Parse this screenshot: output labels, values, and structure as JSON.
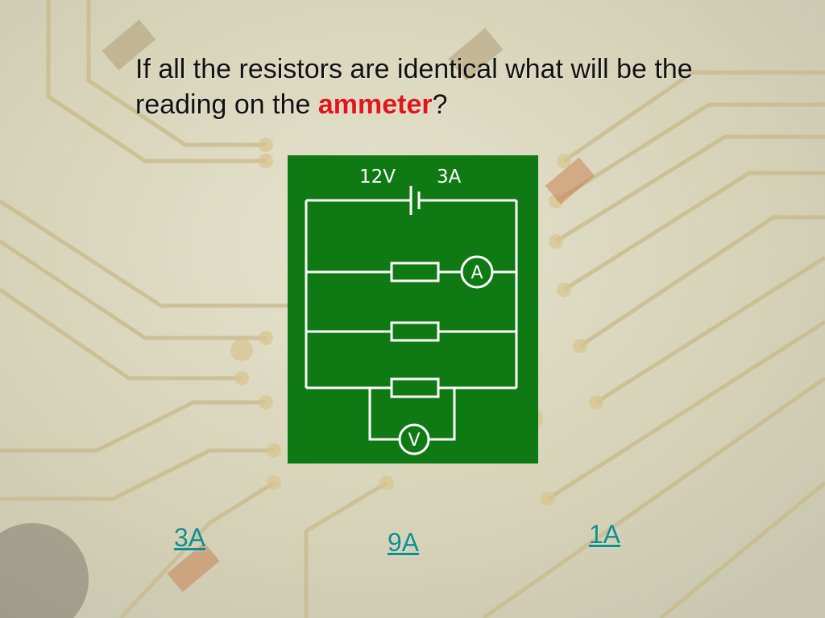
{
  "question": {
    "part1": "If all the resistors are identical what will be the reading on the ",
    "highlight": "ammeter",
    "part2": "?"
  },
  "circuit": {
    "voltage_label": "12V",
    "current_label": "3A",
    "ammeter_symbol": "A",
    "voltmeter_symbol": "V",
    "board_color": "#0f7a14",
    "wire_color": "#ffffff"
  },
  "answers": {
    "a": "3A",
    "b": "9A",
    "c": "1A"
  },
  "colors": {
    "highlight": "#e0161b",
    "link": "#0e8f8f"
  }
}
